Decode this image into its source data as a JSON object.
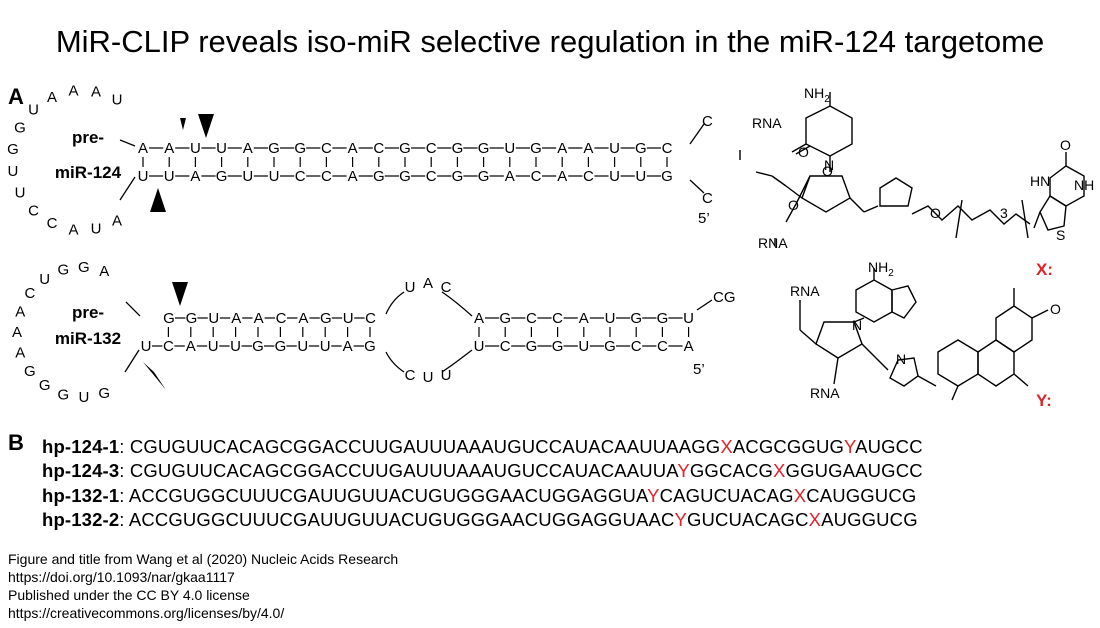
{
  "title": "MiR-CLIP reveals iso-miR selective regulation in the miR-124 targetome",
  "panel_a": {
    "letter": "A",
    "hp124": {
      "loop_label_1": "pre-",
      "loop_label_2": "miR-124",
      "loop_left": [
        "A",
        "U",
        "A",
        "C",
        "C",
        "U",
        "U",
        "G",
        "G",
        "U",
        "A",
        "A",
        "A",
        "U"
      ],
      "top": [
        "A",
        "A",
        "U",
        "U",
        "A",
        "G",
        "G",
        "C",
        "A",
        "C",
        "G",
        "C",
        "G",
        "G",
        "U",
        "G",
        "A",
        "A",
        "U",
        "G",
        "C"
      ],
      "bottom": [
        "U",
        "U",
        "A",
        "G",
        "U",
        "U",
        "C",
        "C",
        "A",
        "G",
        "G",
        "C",
        "G",
        "G",
        "A",
        "C",
        "A",
        "C",
        "U",
        "U",
        "G"
      ],
      "end_top": "C",
      "end_bottom": "C",
      "five_prime": "5’"
    },
    "hp132": {
      "loop_label_1": "pre-",
      "loop_label_2": "miR-132",
      "loop_nts": [
        "A",
        "G",
        "G",
        "U",
        "C",
        "A",
        "A",
        "A",
        "G",
        "G",
        "G",
        "U",
        "G"
      ],
      "top_left": [
        "G",
        "G",
        "U",
        "A",
        "A",
        "C",
        "A",
        "G",
        "U",
        "C"
      ],
      "bottom_left": [
        "U",
        "C",
        "A",
        "U",
        "U",
        "G",
        "G",
        "U",
        "U",
        "A",
        "G"
      ],
      "bulge_top": [
        "U",
        "A",
        "C"
      ],
      "bulge_bottom": [
        "C",
        "U",
        "U"
      ],
      "top_right": [
        "A",
        "G",
        "C",
        "C",
        "A",
        "U",
        "G",
        "G",
        "U"
      ],
      "bottom_right": [
        "U",
        "C",
        "G",
        "G",
        "U",
        "G",
        "C",
        "C",
        "A"
      ],
      "end": "CG",
      "five_prime": "5’"
    },
    "chem": {
      "rna": "RNA",
      "nh2": "NH",
      "sub2": "2",
      "n": "N",
      "o": "O",
      "nh": "NH",
      "hn": "HN",
      "h": "H",
      "s": "S",
      "sub3": "3",
      "x_label": "X:",
      "y_label": "Y:"
    }
  },
  "panel_b": {
    "letter": "B",
    "rows": [
      {
        "name": "hp-124-1",
        "colon": ": ",
        "segments": [
          {
            "t": "CGUGUUCACAGCGGACCUUGAUUUAAAUGUCCAUACAAUUAAGG",
            "mark": false
          },
          {
            "t": "X",
            "mark": true
          },
          {
            "t": "ACGCGGUG",
            "mark": false
          },
          {
            "t": "Y",
            "mark": true
          },
          {
            "t": "AUGCC",
            "mark": false
          }
        ]
      },
      {
        "name": "hp-124-3",
        "colon": ": ",
        "segments": [
          {
            "t": "CGUGUUCACAGCGGACCUUGAUUUAAAUGUCCAUACAAUUA",
            "mark": false
          },
          {
            "t": "Y",
            "mark": true
          },
          {
            "t": "GGCACG",
            "mark": false
          },
          {
            "t": "X",
            "mark": true
          },
          {
            "t": "GGUGAAUGCC",
            "mark": false
          }
        ]
      },
      {
        "name": "hp-132-1",
        "colon": ": ",
        "segments": [
          {
            "t": "ACCGUGGCUUUCGAUUGUUACUGUGGGAACUGGAGGUA",
            "mark": false
          },
          {
            "t": "Y",
            "mark": true
          },
          {
            "t": "CAGUCUACAG",
            "mark": false
          },
          {
            "t": "X",
            "mark": true
          },
          {
            "t": "CAUGGUCG",
            "mark": false
          }
        ]
      },
      {
        "name": "hp-132-2",
        "colon": ": ",
        "segments": [
          {
            "t": "ACCGUGGCUUUCGAUUGUUACUGUGGGAACUGGAGGUAAC",
            "mark": false
          },
          {
            "t": "Y",
            "mark": true
          },
          {
            "t": "GUCUACAGC",
            "mark": false
          },
          {
            "t": "X",
            "mark": true
          },
          {
            "t": "AUGGUCG",
            "mark": false
          }
        ]
      }
    ]
  },
  "credits": [
    "Figure and title from Wang et al (2020) Nucleic Acids Research",
    "https://doi.org/10.1093/nar/gkaa1117",
    "Published under the CC BY 4.0 license",
    "https://creativecommons.org/licenses/by/4.0/"
  ],
  "colors": {
    "highlight": "#e0232a",
    "text": "#000000"
  }
}
